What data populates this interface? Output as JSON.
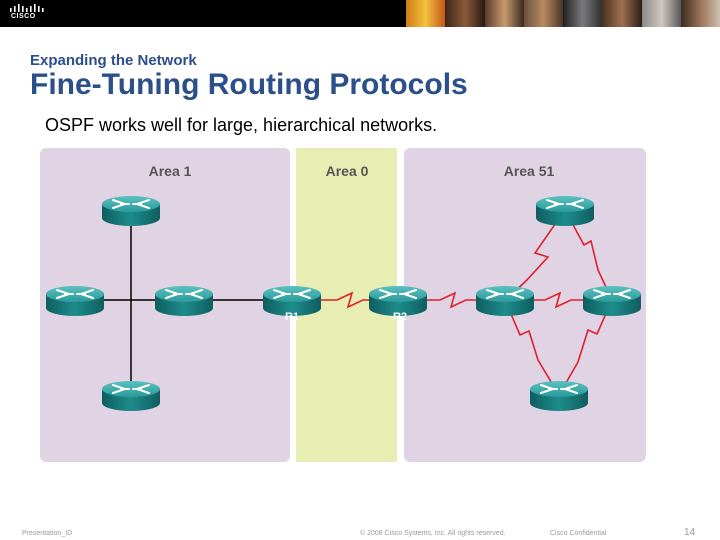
{
  "header": {
    "logo_text": "CISCO"
  },
  "slide": {
    "subtitle": "Expanding the Network",
    "title": "Fine-Tuning Routing Protocols",
    "bullet": "OSPF works well for large, hierarchical networks."
  },
  "diagram": {
    "areas": [
      {
        "label": "Area 1",
        "color": "#e0d4e4"
      },
      {
        "label": "Area 0",
        "color": "#e8edb4"
      },
      {
        "label": "Area 51",
        "color": "#e0d4e4"
      }
    ],
    "router_labels": {
      "r1": "R1",
      "r2": "R2"
    },
    "router_color": "#1e8c8c",
    "link_color": "#000000",
    "serial_link_color": "#e0202c"
  },
  "footer": {
    "presentation_id": "Presentation_ID",
    "copyright": "© 2008 Cisco Systems, Inc. All rights reserved.",
    "confidential": "Cisco Confidential",
    "page_number": "14"
  }
}
